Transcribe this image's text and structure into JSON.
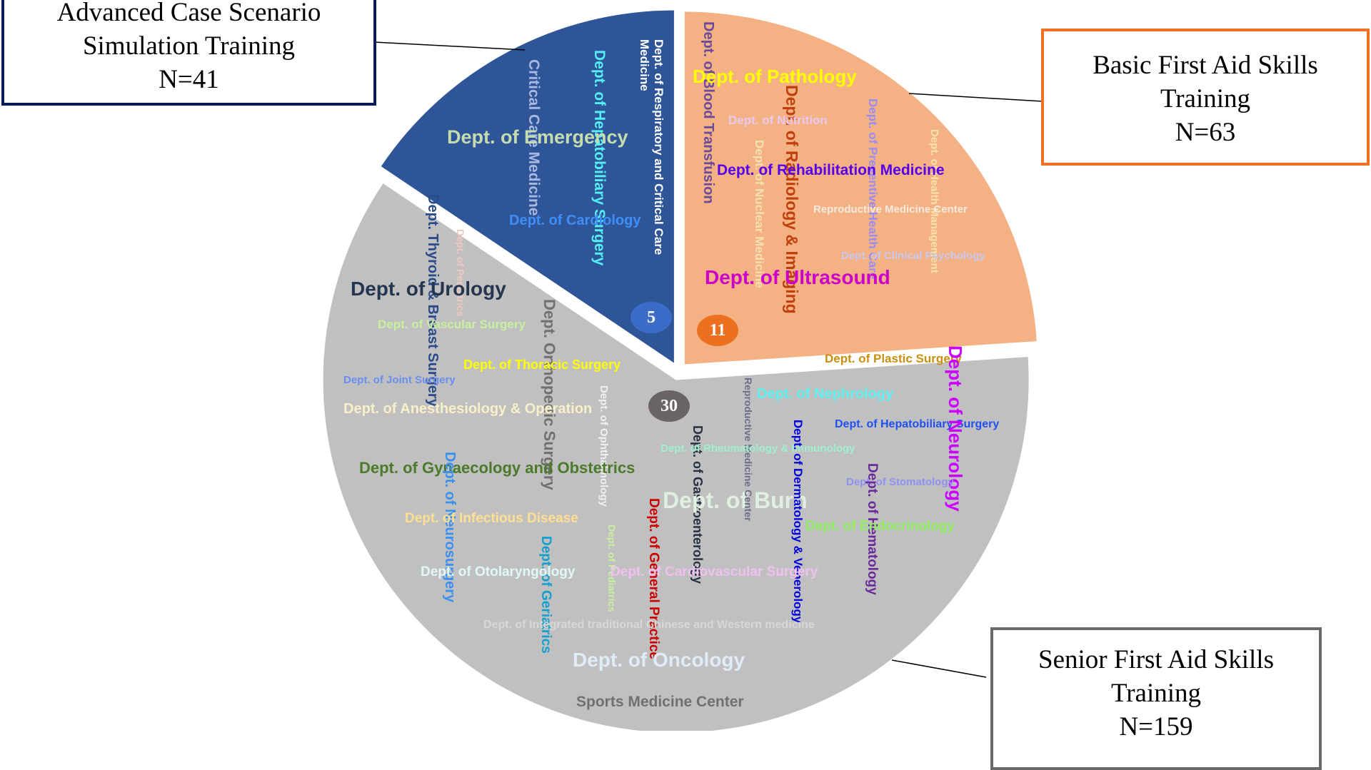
{
  "chart_data": {
    "type": "pie",
    "title": "",
    "slices": [
      {
        "name": "Basic First Aid Skills Training",
        "n_label": "N=63",
        "value": 63,
        "count_badge": "11",
        "color": "#f4b183"
      },
      {
        "name": "Senior First Aid Skills Training",
        "n_label": "N=159",
        "value": 159,
        "count_badge": "30",
        "color": "#c0c0c0"
      },
      {
        "name": "Advanced Case Scenario Simulation Training",
        "n_label": "N=41",
        "value": 41,
        "count_badge": "5",
        "color": "#2e5597"
      }
    ],
    "box_lines": {
      "advanced": [
        "Advanced Case Scenario",
        "Simulation Training",
        "N=41"
      ],
      "basic": [
        "Basic First Aid Skills",
        "Training",
        "N=63"
      ],
      "senior": [
        "Senior First Aid Skills",
        "Training",
        "N=159"
      ]
    },
    "departments": {
      "advanced": [
        "Dept. of Respiratory and Critical Care Medicine",
        "Dept. of Hepatobiliary Surgery",
        "Critical Care Medicine",
        "Dept. of Emergency",
        "Dept. of Cardiology"
      ],
      "basic": [
        "Dept. of Blood Transfusion",
        "Dept. of Pathology",
        "Dept. of Radiology & Imaging",
        "Dept. of Nutrition",
        "Dept. of Nuclear Medicine",
        "Dept. of Preventive Health Care",
        "Dept. of Health Management",
        "Dept. of Rehabilitation Medicine",
        "Reproductive Medicine Center",
        "Dept. of Clinical Psychology",
        "Dept. of Ultrasound"
      ],
      "senior": [
        "Dept. Thyroid & Breast Surgery",
        "Dept. of Pediatrics",
        "Dept. of Urology",
        "Dept. of Vascular Surgery",
        "Dept. Orthopedic Surgery",
        "Dept. of Thoracic Surgery",
        "Dept. of Joint Surgery",
        "Dept. of Anesthesiology & Operation",
        "Dept. of Ophthalmology",
        "Dept. of Gynaecology and Obstetrics",
        "Dept. of Neurosurgery",
        "Dept. of Infectious Disease",
        "Dept. of Geriatrics",
        "Dept. of Pediatrics",
        "Dept. of General Practice",
        "Dept. of Gastroenterology",
        "Dept. of Burn",
        "Reproductive Medicine Center",
        "Dept. of Rheumatology & Immunology",
        "Dept. of Plastic Surgery",
        "Dept. of Nephrology",
        "Dept. of Hepatobiliary Surgery",
        "Dept. of Neurology",
        "Dept. of Dermatology & Venerology",
        "Dept. of Stomatology",
        "Dept. of Hematology",
        "Dept. of Endocrinology",
        "Dept. of Otolaryngology",
        "Dept. of Cardiovascular Surgery",
        "Dept. of Integrated traditional Chinese and Western medicine",
        "Dept. of Oncology",
        "Sports Medicine Center"
      ]
    }
  }
}
